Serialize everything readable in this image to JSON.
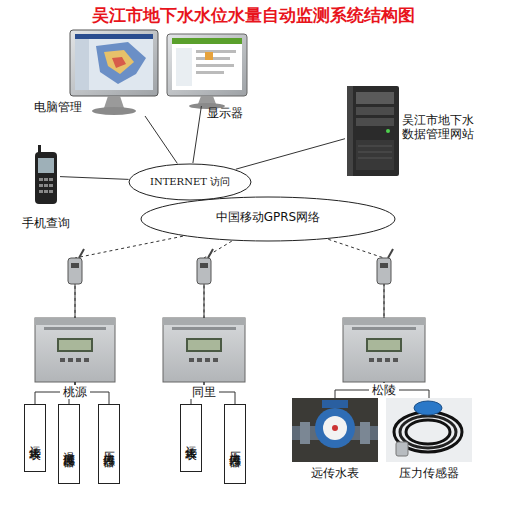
{
  "diagram": {
    "title": "吴江市地下水水位水量自动监测系统结构图",
    "nodes": [
      {
        "text": [
          "电脑管理"
        ]
      },
      {
        "text": [
          "显示器"
        ]
      },
      {
        "text": [
          "吴江市地下水 数据管理网站"
        ]
      },
      {
        "text": [
          "手机查询"
        ]
      },
      {
        "text": [
          "INTERNET 访问"
        ]
      },
      {
        "text": [
          "中国移动GPRS网络"
        ]
      },
      {
        "text": [
          "桃源"
        ]
      },
      {
        "text": [
          "同里"
        ]
      },
      {
        "text": [
          "松陵"
        ]
      },
      {
        "text": [
          "远传水表"
        ]
      },
      {
        "text": [
          "温度传感器"
        ]
      },
      {
        "text": [
          "压力传感器"
        ]
      },
      {
        "text": [
          "远传水表"
        ]
      },
      {
        "text": [
          "压力传感器"
        ]
      },
      {
        "text": [
          "远传水表"
        ]
      },
      {
        "text": [
          "压力传感器"
        ]
      }
    ],
    "edges": [
      {
        "from": 0,
        "to": 4,
        "arrow": "none"
      },
      {
        "from": 1,
        "to": 4,
        "arrow": "none"
      },
      {
        "from": 2,
        "to": 4,
        "arrow": "none"
      },
      {
        "from": 3,
        "to": 4,
        "arrow": "none"
      },
      {
        "from": 5,
        "to": 6,
        "arrow": "none"
      },
      {
        "from": 5,
        "to": 7,
        "arrow": "none"
      },
      {
        "from": 5,
        "to": 8,
        "arrow": "none"
      },
      {
        "from": 6,
        "to": 9,
        "arrow": "none"
      },
      {
        "from": 6,
        "to": 10,
        "arrow": "none"
      },
      {
        "from": 6,
        "to": 11,
        "arrow": "none"
      },
      {
        "from": 7,
        "to": 12,
        "arrow": "none"
      },
      {
        "from": 7,
        "to": 13,
        "arrow": "none"
      },
      {
        "from": 8,
        "to": 14,
        "arrow": "none"
      },
      {
        "from": 8,
        "to": 15,
        "arrow": "none"
      }
    ]
  }
}
